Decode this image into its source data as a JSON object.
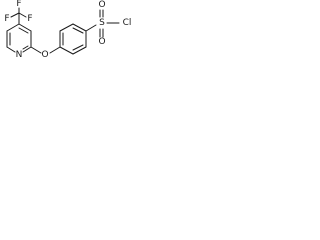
{
  "molecule": {
    "atom_labels": {
      "f_top": "F",
      "f_left": "F",
      "f_right": "F",
      "nitrogen": "N",
      "ether_oxygen": "O",
      "sulfur": "S",
      "sulfonyl_oxygen_top": "O",
      "sulfonyl_oxygen_bottom": "O",
      "chlorine": "Cl"
    }
  }
}
